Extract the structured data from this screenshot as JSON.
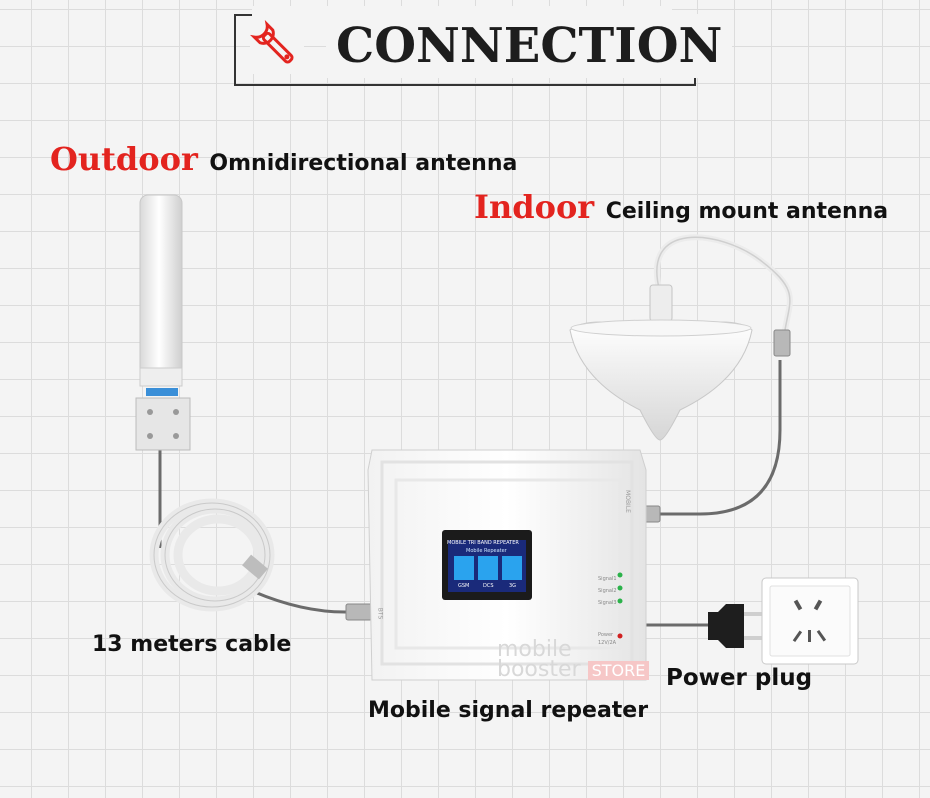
{
  "header": {
    "title": "CONNECTION",
    "icon": "wrench-icon"
  },
  "labels": {
    "outdoor_tag": "Outdoor",
    "outdoor_desc": "Omnidirectional antenna",
    "indoor_tag": "Indoor",
    "indoor_desc": "Ceiling mount antenna",
    "cable": "13 meters cable",
    "power_plug": "Power plug",
    "repeater": "Mobile signal repeater"
  },
  "repeater_screen": {
    "title": "MOBILE TRI BAND REPEATER",
    "subtitle": "Mobile Repeater",
    "bands": [
      "GSM",
      "DCS",
      "3G"
    ]
  },
  "repeater_side": {
    "port_top": "MOBILE",
    "port_left": "BTS",
    "indicators": [
      "Signal1",
      "Signal2",
      "Signal3"
    ],
    "power_label": "Power",
    "voltage": "12V/2A"
  },
  "watermark": {
    "line1": "mobile",
    "line2": "booster",
    "store": "STORE"
  },
  "colors": {
    "accent_red": "#e3241f",
    "text": "#111111",
    "cable": "#6b6b6b"
  }
}
